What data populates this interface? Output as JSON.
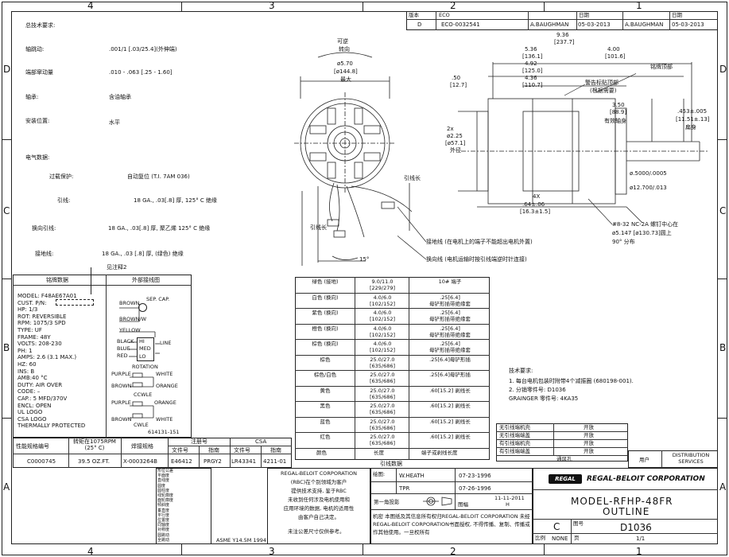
{
  "border": {
    "top_zones": [
      "4",
      "3",
      "2",
      "1"
    ],
    "bottom_zones": [
      "4",
      "3",
      "2",
      "1"
    ],
    "left_rows": [
      "D",
      "C",
      "B",
      "A"
    ],
    "right_rows": [
      "D",
      "C",
      "B",
      "A"
    ]
  },
  "revision_block": {
    "headers": [
      "版本",
      "ECO",
      "",
      "日期",
      "",
      "日期"
    ],
    "row": [
      "D",
      "ECO-0032541",
      "A.BAUGHMAN",
      "05-03-2013",
      "A.BAUGHMAN",
      "05-03-2013"
    ]
  },
  "tech_requirements": {
    "heading": "总技术要求:",
    "items": [
      {
        "label": "轴跳动:",
        "value": ".001/1 [.03/25.4](外伸端)"
      },
      {
        "label": "端部窜动量",
        "value": ".010 - .063 [.25 - 1.60]"
      },
      {
        "label": "轴承:",
        "value": "含油轴承"
      },
      {
        "label": "安装位置:",
        "value": "水平"
      }
    ]
  },
  "electrical": {
    "heading": "电气数据:",
    "items": [
      {
        "label": "过载保护:",
        "value": "自动复位 (T.I. 7AM 036)"
      },
      {
        "label": "引线:",
        "value": "18 GA., .03[.8] 厚, 125° C 绝缘"
      },
      {
        "label": "换向引线:",
        "value": "18 GA., .03[.8] 厚, 聚乙烯 125° C 绝缘"
      },
      {
        "label": "接地线:",
        "value": "18 GA., .03 [.8] 厚, (绿色) 绝缘"
      }
    ],
    "note": "见注释2"
  },
  "nameplate": {
    "heading": "铭牌数据",
    "lines": [
      "MODEL:  F48AE67A01",
      "CUST. P/N:",
      "HP:  1/3",
      "ROT:  REVERSIBLE",
      "RPM:  1075/3 SPD",
      "TYPE:  UF",
      "FRAME:  48Y",
      "VOLTS:  208-230",
      "PH:  1",
      "AMPS:  2.6 (3.1 MAX.)",
      "HZ:  60",
      "INS:  B",
      "AMB:40  °C",
      "DUTY:  AIR OVER",
      "CODE:  –",
      "CAP.:  5 MFD/370V",
      "ENCL:  OPEN",
      "UL LOGO",
      "CSA LOGO",
      "THERMALLY PROTECTED"
    ]
  },
  "wiring": {
    "heading": "外部接线图",
    "labels": [
      "BROWN",
      "SEP. CAP.",
      "BROWN/W",
      "YELLOW",
      "BLACK",
      "BLUE",
      "RED",
      "HI",
      "MED",
      "LO",
      "LINE",
      "ROTATION",
      "PURPLE",
      "WHITE",
      "BROWN",
      "ORANGE",
      "CCWLE",
      "PURPLE",
      "ORANGE",
      "BROWN",
      "WHITE",
      "CWLE"
    ],
    "part_no": "614131-151"
  },
  "perf_table": {
    "headers": [
      "性能规格编号",
      "转矩在1075RPM (25° C)",
      "焊接规格",
      "注册号",
      "",
      "CSA",
      ""
    ],
    "subheaders": [
      "文件号",
      "指南",
      "文件号",
      "指南"
    ],
    "row": [
      "C0000745",
      "39.5  OZ.FT.",
      "X-0003264B",
      "E46412",
      "PRGY2",
      "LR43341",
      "4211-01"
    ]
  },
  "lead_table": {
    "rows": [
      [
        "绿色 (接地)",
        "9.0/11.0\n[229/279]",
        "10# 端子"
      ],
      [
        "白色 (换向)",
        "4.0/6.0\n[102/152]",
        ".25[6.4]\n母铲形插带绝缘套"
      ],
      [
        "紫色 (换向)",
        "4.0/6.0\n[102/152]",
        ".25[6.4]\n母铲形插带绝缘套"
      ],
      [
        "橙色 (换向)",
        "4.0/6.0\n[102/152]",
        ".25[6.4]\n母铲形插带绝缘套"
      ],
      [
        "棕色 (换向)",
        "4.0/6.0\n[102/152]",
        ".25[6.4]\n母铲形插带绝缘套"
      ],
      [
        "棕色",
        "25.0/27.0\n[635/686]",
        ".25[6.4]母铲形插"
      ],
      [
        "棕色/白色",
        "25.0/27.0\n[635/686]",
        ".25[6.4]母铲形插"
      ],
      [
        "黄色",
        "25.0/27.0\n[635/686]",
        ".60[15.2] 剥线长"
      ],
      [
        "黑色",
        "25.0/27.0\n[635/686]",
        ".60[15.2] 剥线长"
      ],
      [
        "蓝色",
        "25.0/27.0\n[635/686]",
        ".60[15.2] 剥线长"
      ],
      [
        "红色",
        "25.0/27.0\n[635/686]",
        ".60[15.2] 剥线长"
      ]
    ],
    "footer": [
      "颜色",
      "长度",
      "端子或剥线长度"
    ],
    "caption": "引线数据"
  },
  "tech_notes": {
    "heading": "技术要求:",
    "lines": [
      "1. 每台电机包装时附带4个减振圈 (680198-001).",
      "2. 分销零件号: D1036",
      "   GRAINGER 零件号: 4KA35"
    ]
  },
  "drawing": {
    "front_labels": [
      "可逆",
      "转向",
      "ø5.70",
      "[ø144.8]",
      "最大",
      "引线长",
      "引线长",
      "15°"
    ],
    "side_dims": [
      "9.36",
      "[237.7]",
      "5.36",
      "[136.1]",
      "4.92",
      "[125.0]",
      "4.36",
      "[110.7]",
      "4.00",
      "[101.6]",
      ".50",
      "[12.7]",
      "2x",
      "ø2.25",
      "[ø57.1]",
      "外径",
      "3.50",
      "[88.9]",
      "有效轴身",
      ".453±.005",
      "[11.51±.13]",
      "扁身",
      "ø.5000/.0005",
      "ø12.700/.013",
      "4X",
      ".64±.06",
      "[16.3±1.5]"
    ],
    "callouts": [
      "铭牌顶部",
      "警告标贴顶部",
      "(根据需要)",
      "接地线 (在电机上的端子不能超出电机外置)",
      "换向线 (电机运输时按引线端逆时针连接)",
      "#8-32 NC-2A 螺钉中心在",
      "ø5.147 [ø130.73]圆上",
      "90° 分布"
    ]
  },
  "approval_table": {
    "rows": [
      [
        "无引线端机壳",
        "开放"
      ],
      [
        "无引线端端盖",
        "开放"
      ],
      [
        "有引线端机壳",
        "开放"
      ],
      [
        "有引线端端盖",
        "开放"
      ]
    ],
    "caption": "通风孔",
    "user": "用户",
    "distribution": "DISTRIBUTION SERVICES"
  },
  "legend_col": [
    "形位公差",
    "平面度",
    "直线度",
    "圆度",
    "圆柱度",
    "线轮廓度",
    "面轮廓度",
    "倾斜度",
    "垂直度",
    "平行度",
    "位置度",
    "同轴度",
    "对称度",
    "圆跳动",
    "全跳动"
  ],
  "notice": {
    "lines": [
      "REGAL-BELOIT CORPORATION",
      "(RBC)在个别领域为客户",
      "提供技术支持, 鉴于RBC",
      "未收到任何涉及电机使用和",
      "应用环境的数据, 电机的适用性",
      "由客户自己决定。"
    ],
    "footer": "未注公差尺寸仅供参考。"
  },
  "signoff": {
    "rows": [
      [
        "绘图:",
        "W.HEATH",
        "07-23-1996"
      ],
      [
        "",
        "TPR",
        "07-26-1996"
      ]
    ],
    "proj": "第一角投影",
    "release": "11-11-2011",
    "size_label": "图幅",
    "size": "H",
    "confidential": "机密  本图纸及其信息所有权归REGAL-BELOIT CORPORATION 未经REGAL-BELOIT CORPORATION书面授权, 不得传播、复制、传播或作其他使用。一旦权所有",
    "asme": "ASME Y14.5M  1994"
  },
  "title_block": {
    "company_logo": "REGAL",
    "company": "REGAL-BELOIT CORPORATION",
    "title_line1": "MODEL-RFHP-48FR",
    "title_line2": "OUTLINE",
    "size_letter": "C",
    "dwg_label": "图号",
    "dwg_no": "D1036",
    "scale_label": "比例",
    "scale": "NONE",
    "sheet_label": "页",
    "sheet": "1/1"
  }
}
